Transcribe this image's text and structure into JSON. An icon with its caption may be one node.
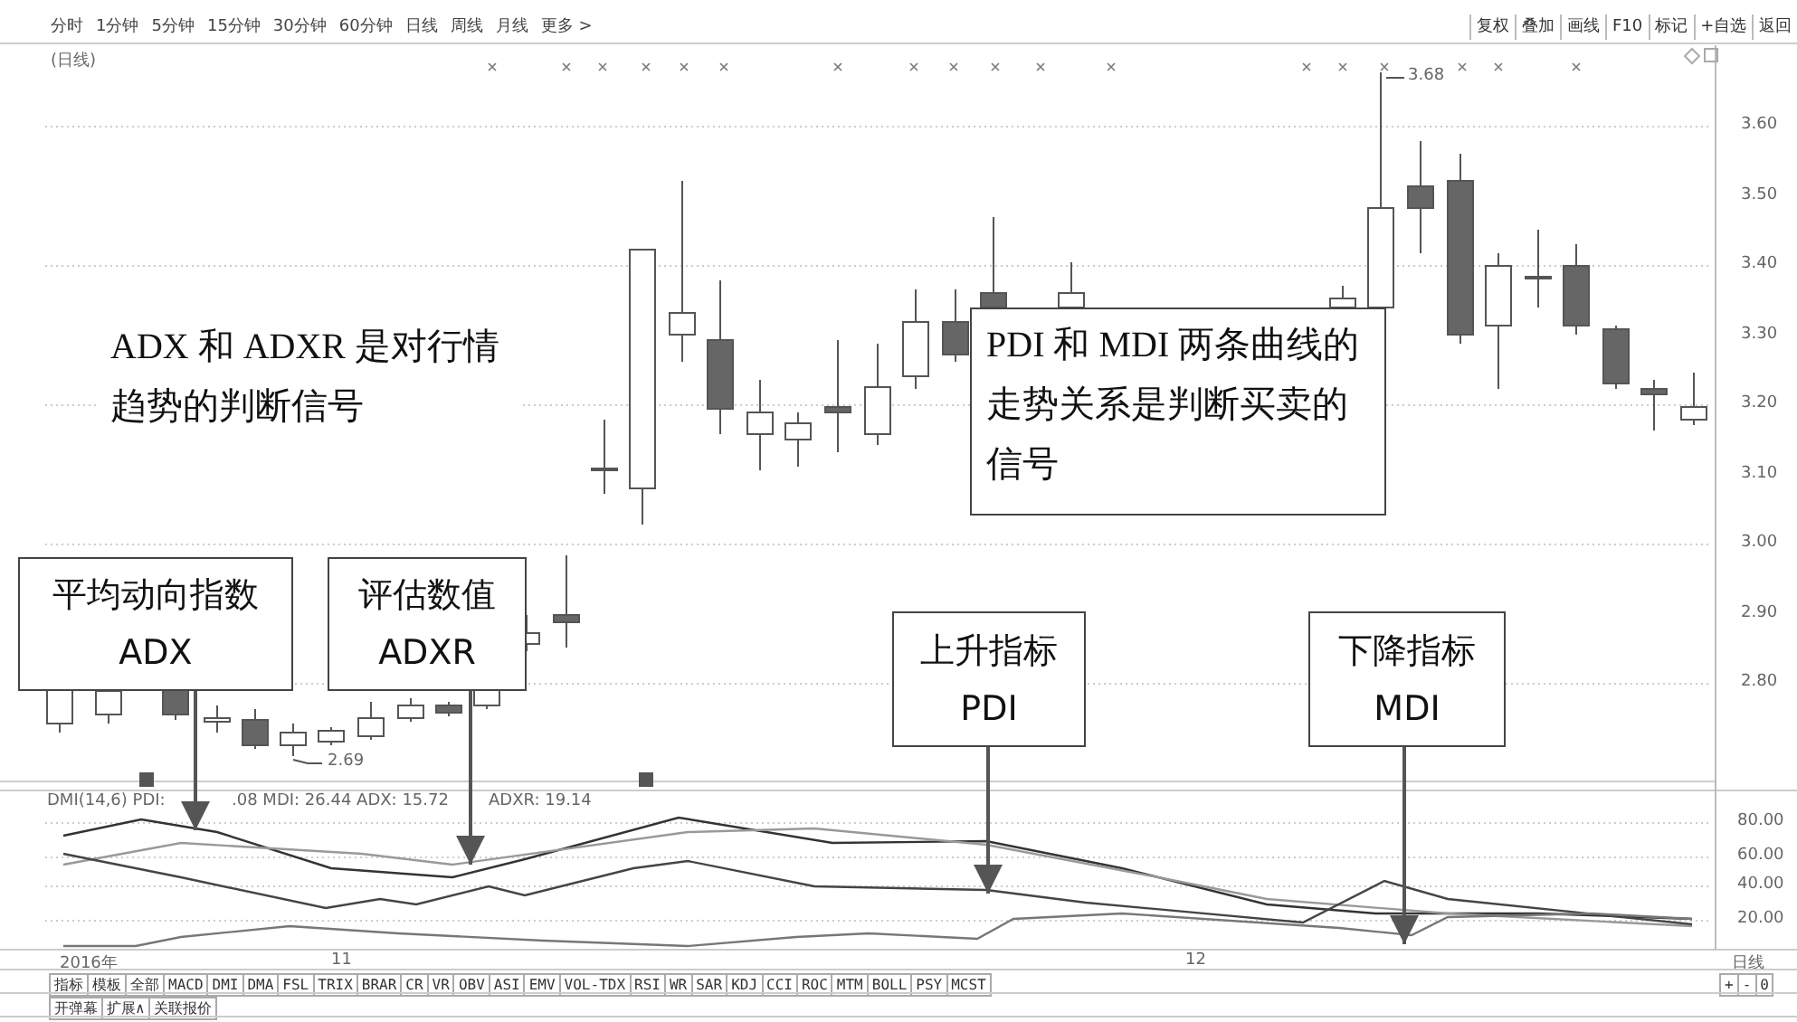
{
  "diagram": {
    "nodes": [
      {
        "text": [
          "ADX 和 ADXR 是对行情趋势的判断信号"
        ]
      },
      {
        "text": [
          "PDI 和 MDI 两条曲线的走势关系是判断买卖的信号"
        ]
      },
      {
        "text": [
          "平均动向指数",
          "ADX"
        ]
      },
      {
        "text": [
          "评估数值",
          "ADXR"
        ]
      },
      {
        "text": [
          "上升指标",
          "PDI"
        ]
      },
      {
        "text": [
          "下降指标",
          "MDI"
        ]
      }
    ],
    "edges": [
      {
        "from": 2,
        "to": null,
        "arrow": "to"
      },
      {
        "from": 3,
        "to": null,
        "arrow": "to"
      },
      {
        "from": 4,
        "to": null,
        "arrow": "to"
      },
      {
        "from": 5,
        "to": null,
        "arrow": "to"
      }
    ],
    "labels": [
      "分时",
      "1分钟",
      "5分钟",
      "15分钟",
      "30分钟",
      "60分钟",
      "日线",
      "周线",
      "月线",
      "更多 >",
      "复权",
      "叠加",
      "画线",
      "F10",
      "标记",
      "+自选",
      "返回",
      "(日线)",
      "3.68",
      "3.60",
      "3.50",
      "3.40",
      "3.30",
      "3.20",
      "3.10",
      "3.00",
      "2.90",
      "2.80",
      "2.69",
      "DMI(14,6) PDI:",
      ".08 MDI: 26.44 ADX: 15.72",
      "ADXR: 19.14",
      "80.00",
      "60.00",
      "40.00",
      "20.00",
      "2016年",
      "11",
      "12",
      "日线",
      "指标",
      "模板",
      "全部",
      "MACD",
      "DMI",
      "DMA",
      "FSL",
      "TRIX",
      "BRAR",
      "CR",
      "VR",
      "OBV",
      "ASI",
      "EMV",
      "VOL-TDX",
      "RSI",
      "WR",
      "SAR",
      "KDJ",
      "CCI",
      "ROC",
      "MTM",
      "BOLL",
      "PSY",
      "MCST",
      "+",
      "-",
      "0",
      "开弹幕",
      "扩展∧",
      "关联报价"
    ]
  }
}
